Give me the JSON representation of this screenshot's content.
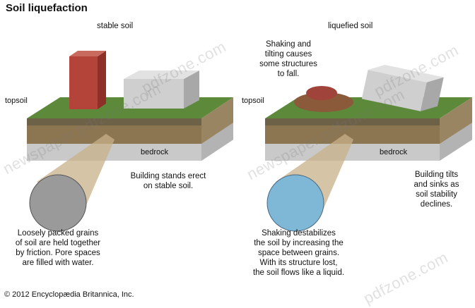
{
  "title": "Soil liquefaction",
  "left": {
    "heading": "stable soil",
    "topsoil_label": "topsoil",
    "bedrock_label": "bedrock",
    "building_caption": [
      "Building stands erect",
      "on stable soil."
    ],
    "grain_caption": [
      "Loosely packed grains",
      "of soil are held together",
      "by friction.  Pore spaces",
      "are filled with water."
    ]
  },
  "right": {
    "heading": "liquefied soil",
    "shaking_caption": [
      "Shaking and",
      "tilting causes",
      "some structures",
      "to fall."
    ],
    "topsoil_label": "topsoil",
    "bedrock_label": "bedrock",
    "building_caption": [
      "Building tilts",
      "and sinks as",
      "soil stability",
      "declines."
    ],
    "grain_caption": [
      "Shaking destabilizes",
      "the soil by increasing the",
      "space between grains.",
      "With its structure lost,",
      "the soil flows like a liquid."
    ]
  },
  "watermarks": [
    "newspaper.pdfzone.com",
    "newspaper.pdfzone.com",
    "pdfzone.com",
    "pdfzone.com",
    "pdfzone.com"
  ],
  "copyright": "© 2012 Encyclopædia Britannica, Inc.",
  "colors": {
    "grass": "#5d8a3a",
    "soil_top": "#8a7a55",
    "soil_mid": "#b59a6d",
    "bedrock": "#c9c9c9",
    "water_grains": "#7fb7d6",
    "brick": "#b4443a"
  }
}
